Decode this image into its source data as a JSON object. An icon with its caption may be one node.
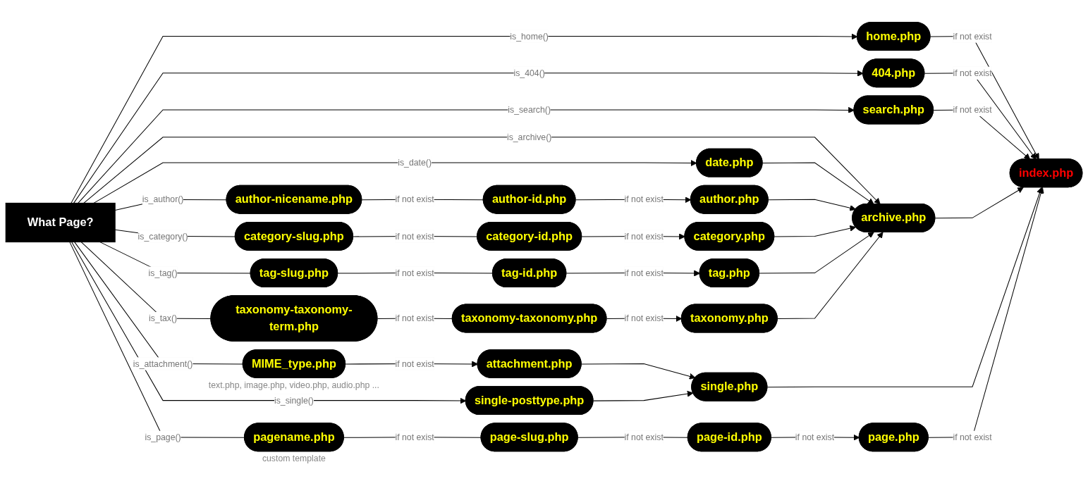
{
  "diagram": {
    "nodes": [
      {
        "text": [
          "What Page?"
        ]
      },
      {
        "text": [
          "home.php"
        ]
      },
      {
        "text": [
          "404.php"
        ]
      },
      {
        "text": [
          "search.php"
        ]
      },
      {
        "text": [
          "date.php"
        ]
      },
      {
        "text": [
          "author-nicename.php"
        ]
      },
      {
        "text": [
          "author-id.php"
        ]
      },
      {
        "text": [
          "author.php"
        ]
      },
      {
        "text": [
          "category-slug.php"
        ]
      },
      {
        "text": [
          "category-id.php"
        ]
      },
      {
        "text": [
          "category.php"
        ]
      },
      {
        "text": [
          "tag-slug.php"
        ]
      },
      {
        "text": [
          "tag-id.php"
        ]
      },
      {
        "text": [
          "tag.php"
        ]
      },
      {
        "text": [
          "taxonomy-taxonomy-term.php"
        ]
      },
      {
        "text": [
          "taxonomy-taxonomy.php"
        ]
      },
      {
        "text": [
          "taxonomy.php"
        ]
      },
      {
        "text": [
          "MIME_type.php"
        ],
        "beside": [
          "text.php, image.php, video.php, audio.php ..."
        ]
      },
      {
        "text": [
          "attachment.php"
        ]
      },
      {
        "text": [
          "single-posttype.php"
        ]
      },
      {
        "text": [
          "pagename.php"
        ],
        "beside": [
          "custom template"
        ]
      },
      {
        "text": [
          "page-slug.php"
        ]
      },
      {
        "text": [
          "page-id.php"
        ]
      },
      {
        "text": [
          "page.php"
        ]
      },
      {
        "text": [
          "archive.php"
        ]
      },
      {
        "text": [
          "single.php"
        ]
      },
      {
        "text": [
          "index.php"
        ]
      }
    ],
    "edges": [
      {
        "from": 0,
        "to": 1,
        "arrow": "to",
        "label": "is_home()"
      },
      {
        "from": 0,
        "to": 2,
        "arrow": "to",
        "label": "is_404()"
      },
      {
        "from": 0,
        "to": 3,
        "arrow": "to",
        "label": "is_search()"
      },
      {
        "from": 0,
        "to": 24,
        "arrow": "to",
        "label": "is_archive()"
      },
      {
        "from": 0,
        "to": 4,
        "arrow": "to",
        "label": "is_date()"
      },
      {
        "from": 0,
        "to": 5,
        "arrow": "none",
        "label": "is_author()"
      },
      {
        "from": 5,
        "to": 6,
        "arrow": "none",
        "label": "if not exist"
      },
      {
        "from": 6,
        "to": 7,
        "arrow": "to",
        "label": "if not exist"
      },
      {
        "from": 0,
        "to": 8,
        "arrow": "none",
        "label": "is_category()"
      },
      {
        "from": 8,
        "to": 9,
        "arrow": "none",
        "label": "if not exist"
      },
      {
        "from": 9,
        "to": 10,
        "arrow": "to",
        "label": "if not exist"
      },
      {
        "from": 0,
        "to": 11,
        "arrow": "none",
        "label": "is_tag()"
      },
      {
        "from": 11,
        "to": 12,
        "arrow": "none",
        "label": "if not exist"
      },
      {
        "from": 12,
        "to": 13,
        "arrow": "to",
        "label": "if not exist"
      },
      {
        "from": 0,
        "to": 14,
        "arrow": "none",
        "label": "is_tax()"
      },
      {
        "from": 14,
        "to": 15,
        "arrow": "none",
        "label": "if not exist"
      },
      {
        "from": 15,
        "to": 16,
        "arrow": "to",
        "label": "if not exist"
      },
      {
        "from": 0,
        "to": 17,
        "arrow": "none",
        "label": "is_attachment()"
      },
      {
        "from": 17,
        "to": 18,
        "arrow": "to",
        "label": "if not exist"
      },
      {
        "from": 0,
        "to": 19,
        "arrow": "to",
        "label": "is_single()"
      },
      {
        "from": 0,
        "to": 20,
        "arrow": "none",
        "label": "is_page()"
      },
      {
        "from": 20,
        "to": 21,
        "arrow": "none",
        "label": "if not exist"
      },
      {
        "from": 21,
        "to": 22,
        "arrow": "none",
        "label": "if not exist"
      },
      {
        "from": 22,
        "to": 23,
        "arrow": "to",
        "label": "if not exist"
      },
      {
        "from": 1,
        "to": 26,
        "arrow": "to",
        "label": "if not exist"
      },
      {
        "from": 2,
        "to": 26,
        "arrow": "to",
        "label": "if not exist"
      },
      {
        "from": 3,
        "to": 26,
        "arrow": "to",
        "label": "if not exist"
      },
      {
        "from": 4,
        "to": 24,
        "arrow": "to"
      },
      {
        "from": 7,
        "to": 24,
        "arrow": "to"
      },
      {
        "from": 10,
        "to": 24,
        "arrow": "to"
      },
      {
        "from": 13,
        "to": 24,
        "arrow": "to"
      },
      {
        "from": 16,
        "to": 24,
        "arrow": "to"
      },
      {
        "from": 18,
        "to": 25,
        "arrow": "to"
      },
      {
        "from": 19,
        "to": 25,
        "arrow": "to"
      },
      {
        "from": 24,
        "to": 26,
        "arrow": "to"
      },
      {
        "from": 25,
        "to": 26,
        "arrow": "to"
      },
      {
        "from": 23,
        "to": 26,
        "arrow": "to",
        "label": "if not exist"
      }
    ]
  }
}
